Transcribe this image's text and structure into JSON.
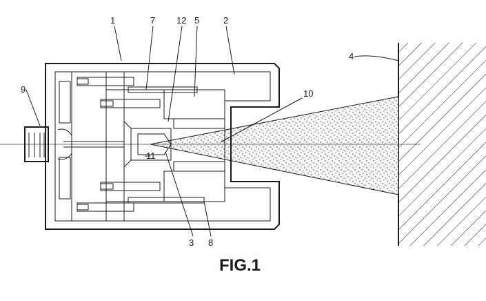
{
  "figure": {
    "caption": "FIG.1",
    "reference_numerals": [
      "1",
      "2",
      "3",
      "4",
      "5",
      "7",
      "8",
      "9",
      "10",
      "11",
      "12"
    ]
  }
}
